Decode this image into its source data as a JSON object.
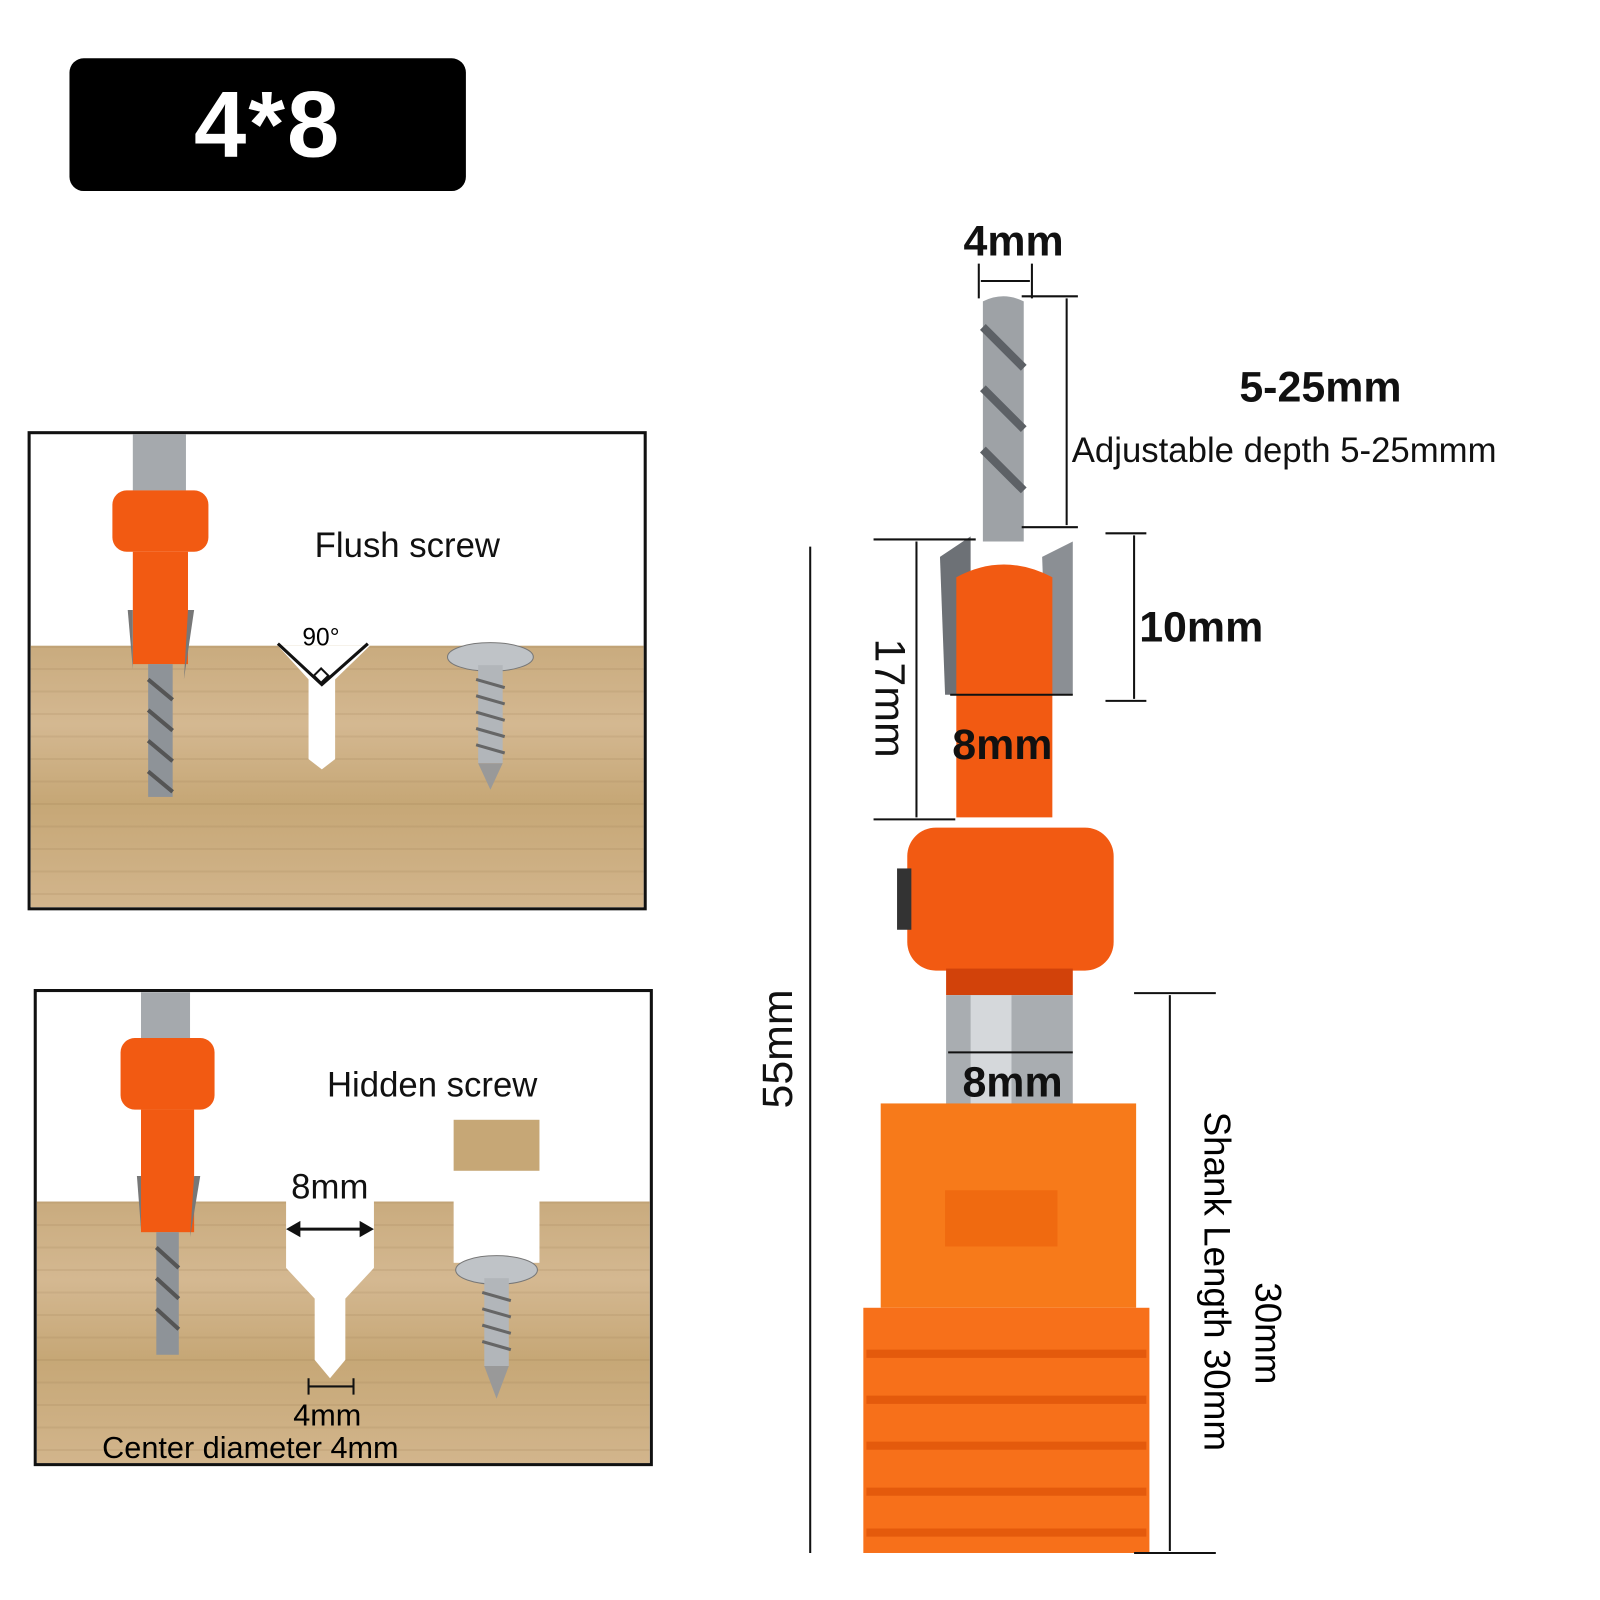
{
  "badge": {
    "size": "4*8"
  },
  "flush_panel": {
    "title": "Flush screw",
    "angle": "90°"
  },
  "hidden_panel": {
    "title": "Hidden screw",
    "width_label": "8mm",
    "tip_label": "4mm",
    "center_label": "Center diameter 4mm"
  },
  "dimensions": {
    "tip_diameter": "4mm",
    "depth_range": "5-25mm",
    "depth_caption": "Adjustable depth 5-25mmm",
    "cutter_height": "10mm",
    "countersink_length": "17mm",
    "countersink_diameter": "8mm",
    "total_length": "55mm",
    "shank_diameter": "8mm",
    "shank_length_caption": "Shank Length 30mm",
    "shank_length": "30mm"
  },
  "colors": {
    "orange": "#f25a12",
    "steel": "#9a9ea3",
    "wood": "#cdb084"
  }
}
